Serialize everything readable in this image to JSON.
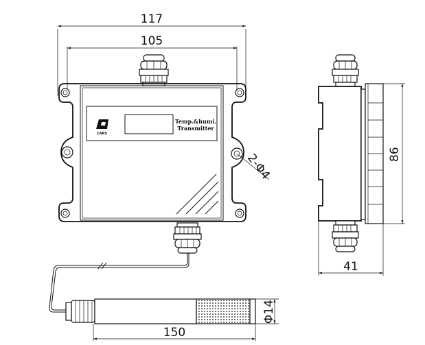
{
  "front_view": {
    "dim_overall_width": "117",
    "dim_hole_spacing": "105",
    "dim_mount_hole": "2-Φ4",
    "panel_label_line1": "Temp.&humi.",
    "panel_label_line2": "Transmitter",
    "brand_text": "CARS",
    "probe_dim_length": "150",
    "probe_dim_diameter": "Φ14"
  },
  "side_view": {
    "dim_height": "86",
    "dim_depth": "41"
  }
}
